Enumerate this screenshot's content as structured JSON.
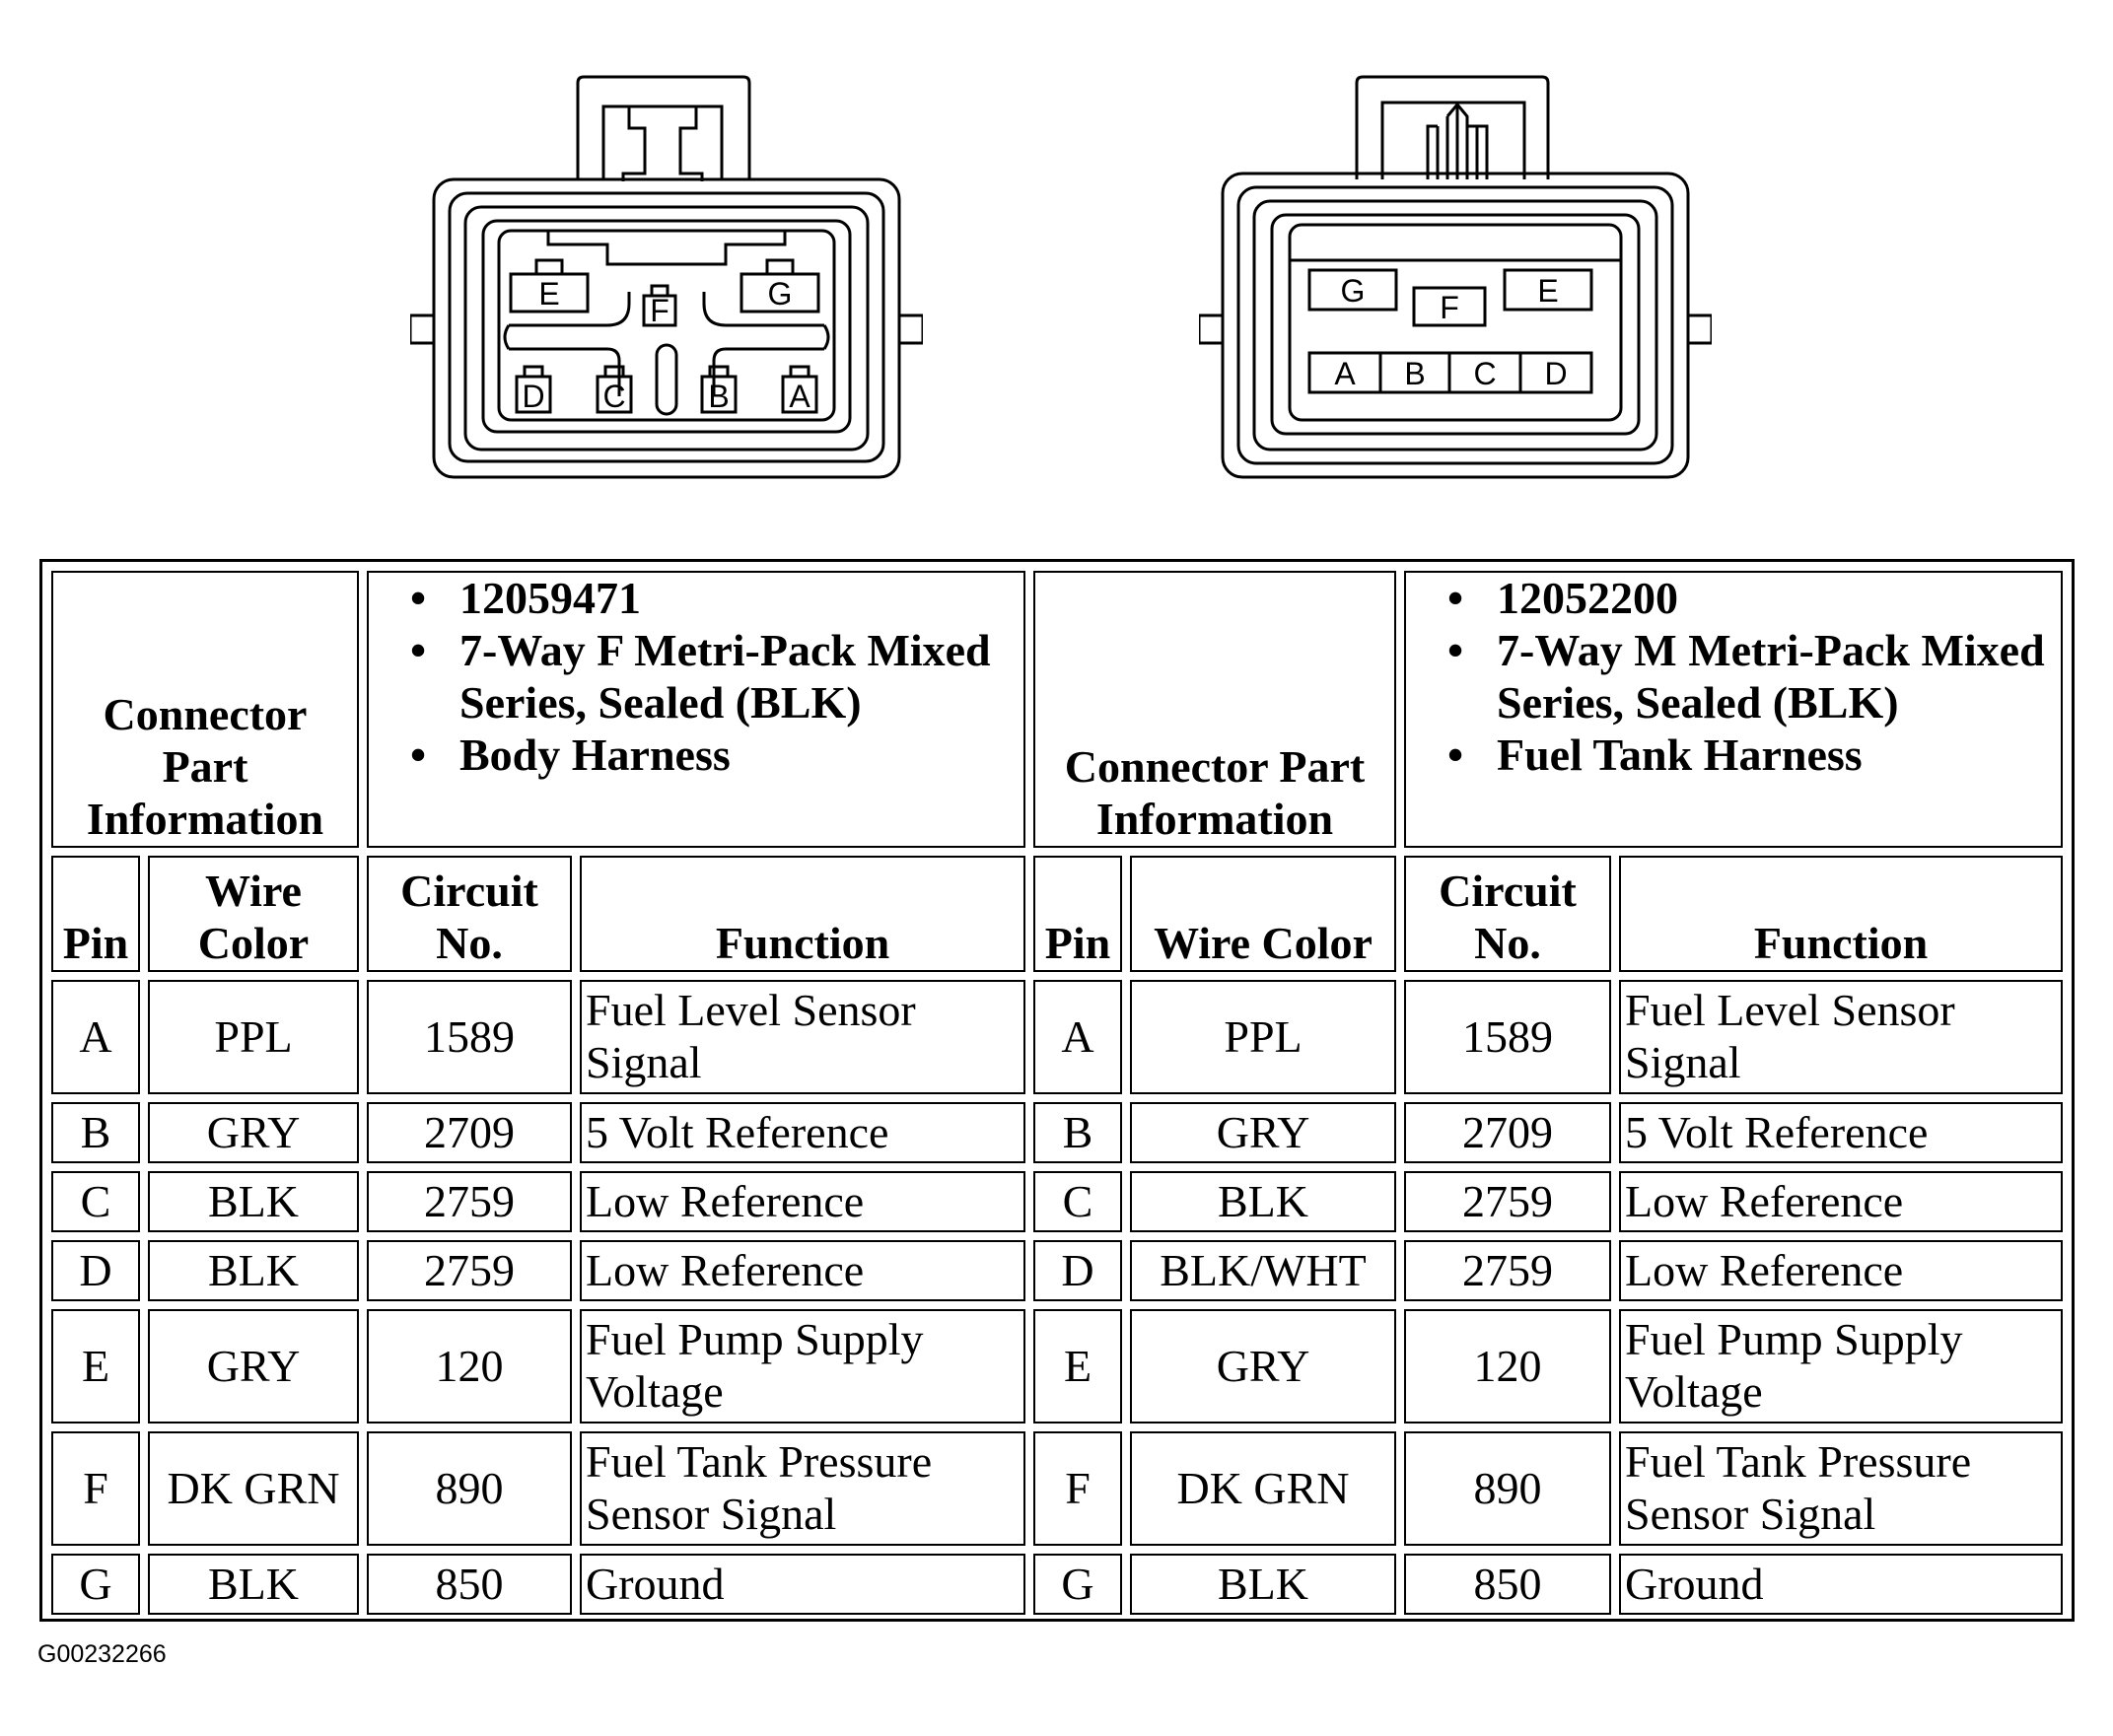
{
  "connectors": {
    "left": {
      "pins_top": [
        "E",
        "F",
        "G"
      ],
      "pins_bottom": [
        "D",
        "C",
        "B",
        "A"
      ]
    },
    "right": {
      "pins_top": [
        "G",
        "F",
        "E"
      ],
      "pins_bottom": [
        "A",
        "B",
        "C",
        "D"
      ]
    }
  },
  "table": {
    "left": {
      "info_title": "Connector Part Information",
      "info_lines": [
        "12059471",
        "7-Way F Metri-Pack Mixed Series, Sealed (BLK)",
        "Body Harness"
      ]
    },
    "right": {
      "info_title": "Connector Part Information",
      "info_lines": [
        "12052200",
        "7-Way M Metri-Pack Mixed Series, Sealed (BLK)",
        "Fuel Tank Harness"
      ]
    },
    "headers": {
      "left": [
        "Pin",
        "Wire Color",
        "Circuit No.",
        "Function"
      ],
      "right": [
        "Pin",
        "Wire Color",
        "Circuit No.",
        "Function"
      ]
    },
    "rows": [
      {
        "left": [
          "A",
          "PPL",
          "1589",
          "Fuel Level Sensor Signal"
        ],
        "right": [
          "A",
          "PPL",
          "1589",
          "Fuel Level Sensor Signal"
        ]
      },
      {
        "left": [
          "B",
          "GRY",
          "2709",
          "5 Volt Reference"
        ],
        "right": [
          "B",
          "GRY",
          "2709",
          "5 Volt Reference"
        ]
      },
      {
        "left": [
          "C",
          "BLK",
          "2759",
          "Low Reference"
        ],
        "right": [
          "C",
          "BLK",
          "2759",
          "Low Reference"
        ]
      },
      {
        "left": [
          "D",
          "BLK",
          "2759",
          "Low Reference"
        ],
        "right": [
          "D",
          "BLK/WHT",
          "2759",
          "Low Reference"
        ]
      },
      {
        "left": [
          "E",
          "GRY",
          "120",
          "Fuel Pump Supply Voltage"
        ],
        "right": [
          "E",
          "GRY",
          "120",
          "Fuel Pump Supply Voltage"
        ]
      },
      {
        "left": [
          "F",
          "DK GRN",
          "890",
          "Fuel Tank Pressure Sensor Signal"
        ],
        "right": [
          "F",
          "DK GRN",
          "890",
          "Fuel Tank Pressure Sensor Signal"
        ]
      },
      {
        "left": [
          "G",
          "BLK",
          "850",
          "Ground"
        ],
        "right": [
          "G",
          "BLK",
          "850",
          "Ground"
        ]
      }
    ]
  },
  "figure_id": "G00232266"
}
